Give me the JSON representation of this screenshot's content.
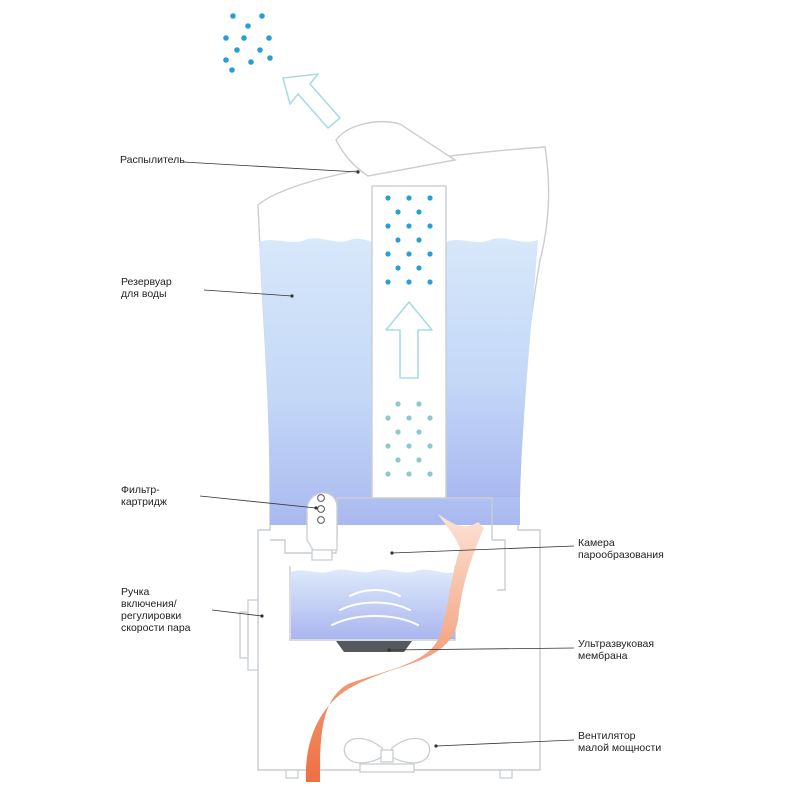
{
  "labels": {
    "sprayer": "Распылитель",
    "reservoir": "Резервуар\nдля воды",
    "filter": "Фильтр-\nкартридж",
    "knob": "Ручка\nвключения/\nрегулировки\nскорости пара",
    "chamber": "Камера\nпарообразования",
    "membrane": "Ультразвуковая\nмембрана",
    "fan": "Вентилятор\nмалой мощности"
  },
  "colors": {
    "outline": "#c9ced3",
    "water_top": "#d7e8fa",
    "water_bottom": "#a9b9f0",
    "mist_dot": "#2a9fd6",
    "light_mist_dot": "#8cc9cf",
    "arrow_outline": "#a9dbe5",
    "airflow_start": "#ee6f42",
    "airflow_end": "#fbe3d6",
    "membrane": "#55585c",
    "leader_line": "#333333"
  },
  "icons": [
    "up-arrow-icon",
    "mist-dots-icon",
    "ultrasonic-wave-icon",
    "fan-icon"
  ]
}
